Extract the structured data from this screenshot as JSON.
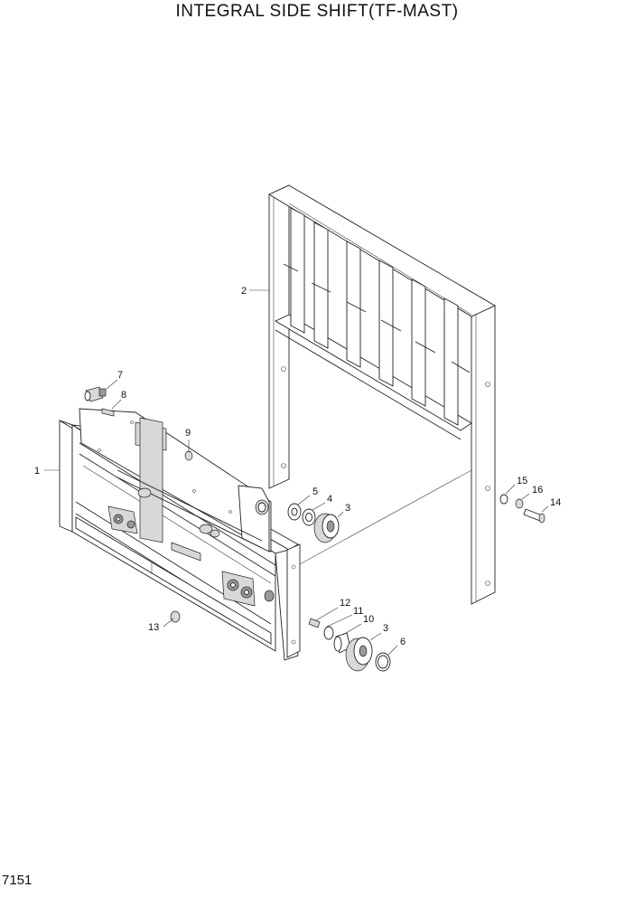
{
  "title": "INTEGRAL SIDE SHIFT(TF-MAST)",
  "page_number": "7151",
  "callouts": {
    "c1": "1",
    "c2": "2",
    "c3a": "3",
    "c3b": "3",
    "c4": "4",
    "c5": "5",
    "c6": "6",
    "c7": "7",
    "c8": "8",
    "c9": "9",
    "c10": "10",
    "c11": "11",
    "c12": "12",
    "c13": "13",
    "c14": "14",
    "c15": "15",
    "c16": "16"
  }
}
